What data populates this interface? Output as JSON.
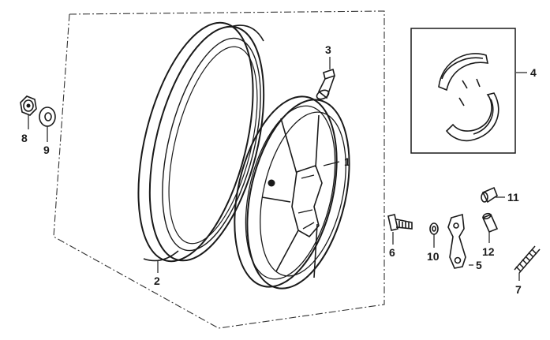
{
  "callouts": {
    "p1": "1",
    "p2": "2",
    "p3": "3",
    "p4": "4",
    "p5": "5",
    "p6": "6",
    "p7": "7",
    "p8": "8",
    "p9": "9",
    "p10": "10",
    "p11": "11",
    "p12": "12"
  },
  "colors": {
    "line": "#1a1a1a",
    "background": "#ffffff"
  }
}
